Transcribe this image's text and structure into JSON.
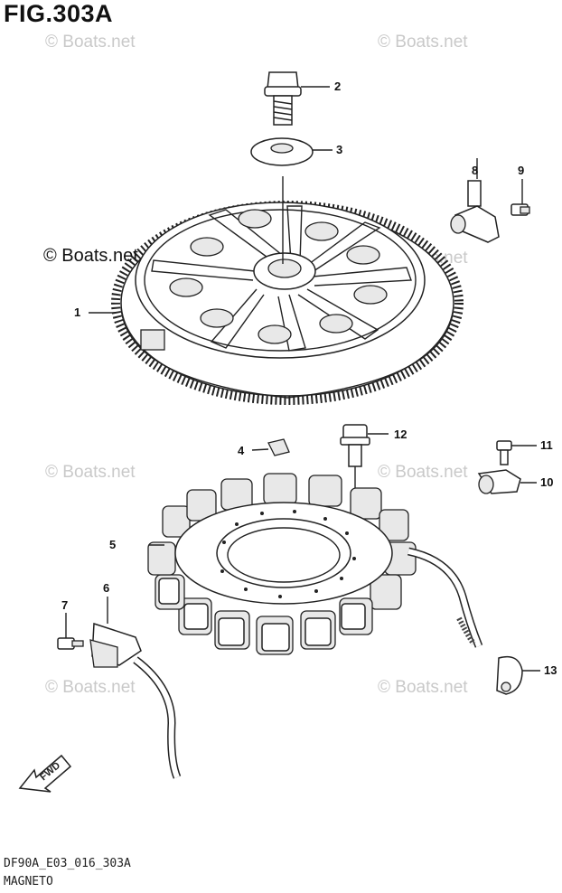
{
  "title": "FIG.303A",
  "copyright": "© Boats.net",
  "watermark": "© Boats.net",
  "footer": {
    "code": "DF90A_E03_016_303A",
    "name": "MAGNETO"
  },
  "fwd_label": "FWD",
  "callouts": [
    "1",
    "2",
    "3",
    "4",
    "5",
    "6",
    "7",
    "8",
    "9",
    "10",
    "11",
    "12",
    "13"
  ]
}
